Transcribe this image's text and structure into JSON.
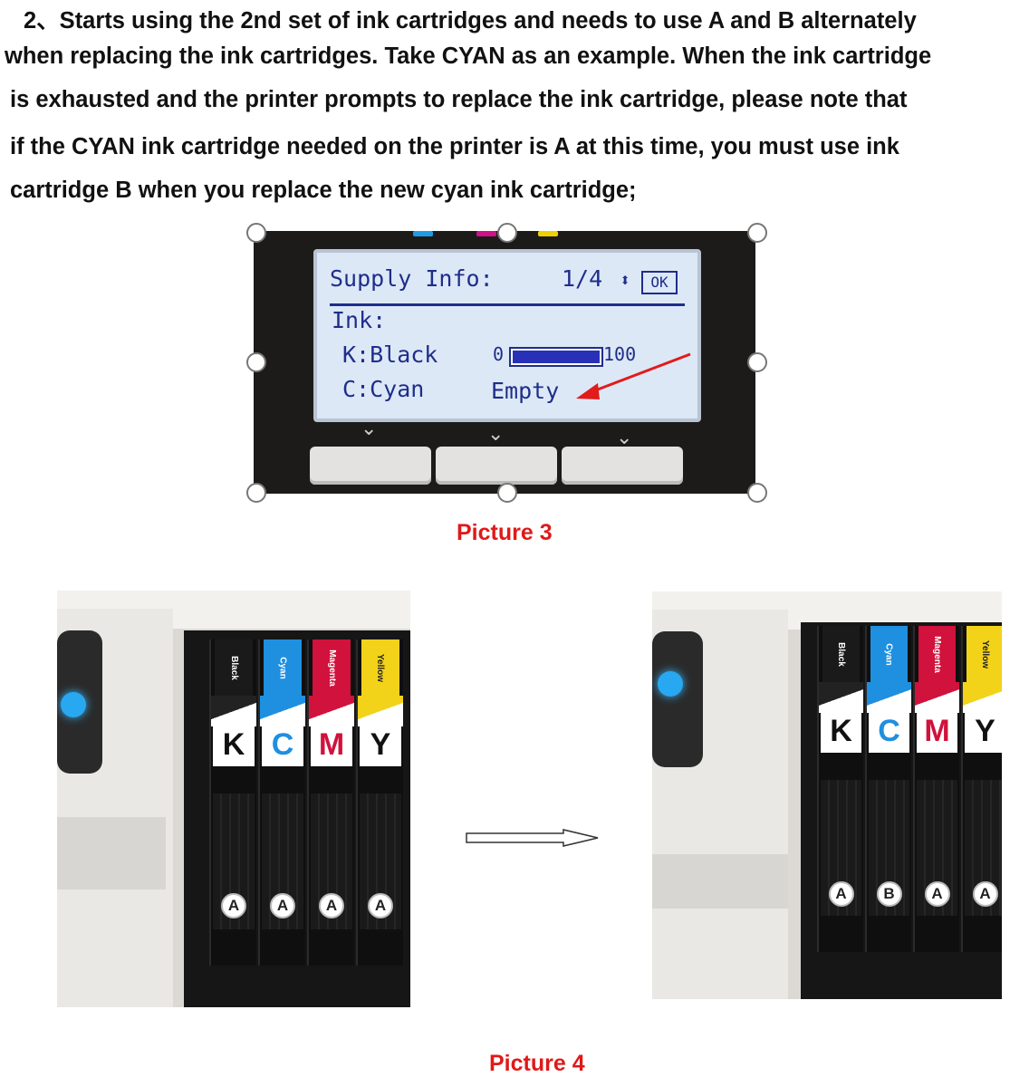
{
  "paragraph": {
    "lines": [
      "2、Starts using the 2nd set of ink cartridges and needs to use A and B alternately",
      "when replacing the ink cartridges. Take CYAN as an example. When the ink cartridge",
      "is exhausted and the printer prompts to replace the ink cartridge, please note that",
      "if the CYAN ink cartridge needed on the printer is A at this time, you must use ink",
      "cartridge B when you replace the new cyan ink cartridge;"
    ]
  },
  "picture3": {
    "caption": "Picture 3",
    "lcd": {
      "title": "Supply Info:",
      "page": "1/4",
      "ok": "OK",
      "ink_label": "Ink:",
      "rows": [
        {
          "name": "K:Black",
          "min": "0",
          "max": "100",
          "level": 1.0
        },
        {
          "name": "C:Cyan",
          "status": "Empty"
        }
      ]
    }
  },
  "picture4": {
    "caption": "Picture 4",
    "before": {
      "cartridges": [
        {
          "name": "Black",
          "letter": "K",
          "mark": "A",
          "color": "#111111"
        },
        {
          "name": "Cyan",
          "letter": "C",
          "mark": "A",
          "color": "#1f8fe0"
        },
        {
          "name": "Magenta",
          "letter": "M",
          "mark": "A",
          "color": "#d0123c"
        },
        {
          "name": "Yellow",
          "letter": "Y",
          "mark": "A",
          "color": "#f3d21a"
        }
      ]
    },
    "after": {
      "cartridges": [
        {
          "name": "Black",
          "letter": "K",
          "mark": "A",
          "color": "#111111"
        },
        {
          "name": "Cyan",
          "letter": "C",
          "mark": "B",
          "color": "#1f8fe0"
        },
        {
          "name": "Magenta",
          "letter": "M",
          "mark": "A",
          "color": "#d0123c"
        },
        {
          "name": "Yellow",
          "letter": "Y",
          "mark": "A",
          "color": "#f3d21a"
        }
      ]
    }
  }
}
